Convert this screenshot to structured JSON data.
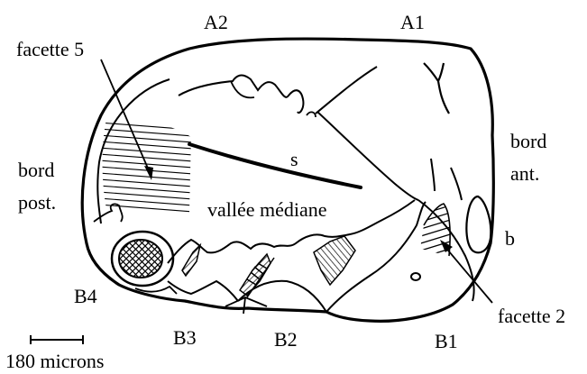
{
  "labels": {
    "a2": "A2",
    "a1": "A1",
    "facette5": "facette 5",
    "bord_post_1": "bord",
    "bord_post_2": "post.",
    "bord_ant_1": "bord",
    "bord_ant_2": "ant.",
    "s": "s",
    "vallee": "vallée médiane",
    "b": "b",
    "b4": "B4",
    "b3": "B3",
    "b2": "B2",
    "b1": "B1",
    "facette2": "facette 2",
    "scale": "180 microns"
  },
  "colors": {
    "ink": "#000000",
    "paper": "#ffffff"
  }
}
